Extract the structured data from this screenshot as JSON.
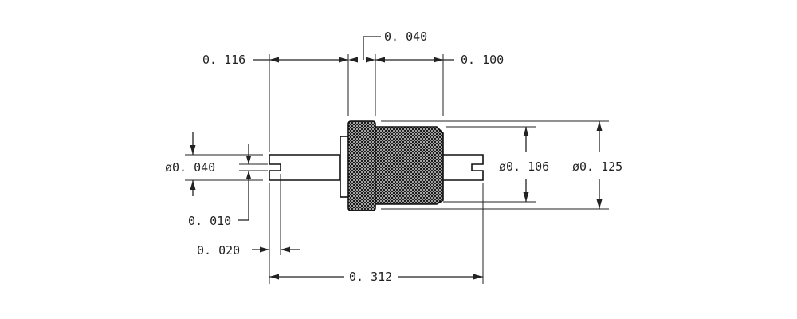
{
  "colors": {
    "line": "#222222",
    "knurl": "#1a1a1a",
    "background": "#ffffff"
  },
  "dimensions": {
    "d_0116": "0. 116",
    "d_0040_top": "0. 040",
    "d_0100": "0. 100",
    "dia_0040": "ø0. 040",
    "d_0010": "0. 010",
    "d_0020": "0. 020",
    "d_0312": "0. 312",
    "dia_0106": "ø0. 106",
    "dia_0125": "ø0. 125"
  }
}
